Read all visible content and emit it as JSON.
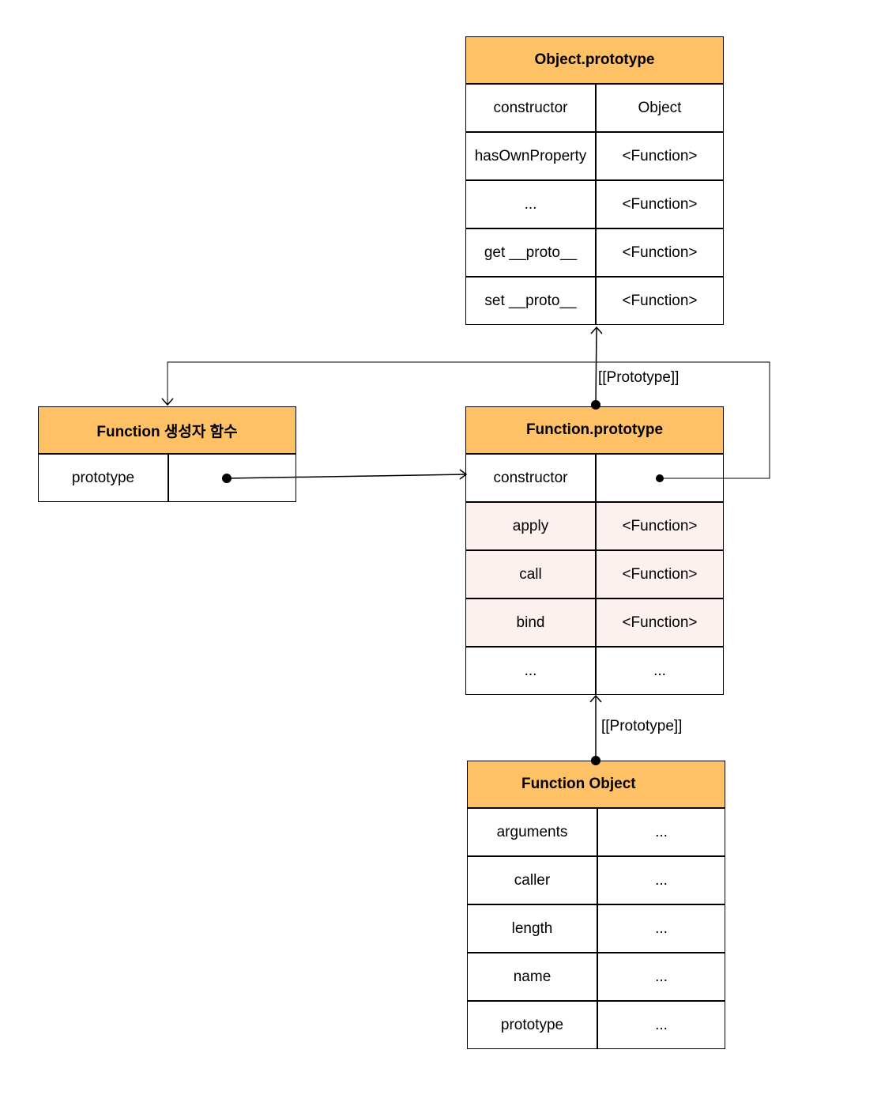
{
  "object_prototype": {
    "title": "Object.prototype",
    "rows": [
      {
        "key": "constructor",
        "value": "Object"
      },
      {
        "key": "hasOwnProperty",
        "value": "<Function>"
      },
      {
        "key": "...",
        "value": "<Function>"
      },
      {
        "key": "get __proto__",
        "value": "<Function>"
      },
      {
        "key": "set __proto__",
        "value": "<Function>"
      }
    ]
  },
  "function_constructor": {
    "title": "Function  생성자 함수",
    "rows": [
      {
        "key": "prototype",
        "value": ""
      }
    ]
  },
  "function_prototype": {
    "title": "Function.prototype",
    "rows": [
      {
        "key": "constructor",
        "value": ""
      },
      {
        "key": "apply",
        "value": "<Function>"
      },
      {
        "key": "call",
        "value": "<Function>"
      },
      {
        "key": "bind",
        "value": "<Function>"
      },
      {
        "key": "...",
        "value": "..."
      }
    ]
  },
  "function_object": {
    "title": "Function Object",
    "rows": [
      {
        "key": "arguments",
        "value": "..."
      },
      {
        "key": "caller",
        "value": "..."
      },
      {
        "key": "length",
        "value": "..."
      },
      {
        "key": "name",
        "value": "..."
      },
      {
        "key": "prototype",
        "value": "..."
      }
    ]
  },
  "labels": {
    "proto_link_1": "[[Prototype]]",
    "proto_link_2": "[[Prototype]]"
  },
  "colors": {
    "header": "#ffc166",
    "highlight_row": "#fdf1f0",
    "line": "#000000"
  }
}
